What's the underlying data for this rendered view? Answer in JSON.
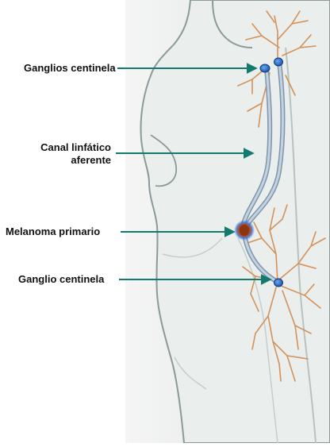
{
  "labels": {
    "sentinel_nodes_upper": "Ganglios centinela",
    "afferent_channel_line1": "Canal linfático",
    "afferent_channel_line2": "aferente",
    "primary_melanoma": "Melanoma primario",
    "sentinel_node_lower": "Ganglio centinela"
  },
  "colors": {
    "skin": "#e9ecea",
    "outline": "#8a9a98",
    "lymph_vessel": "#9db3c9",
    "nerve_branches": "#d4925a",
    "node": "#3f7fd0",
    "melanoma": "#9a3a12",
    "arrow": "#137a6e"
  }
}
